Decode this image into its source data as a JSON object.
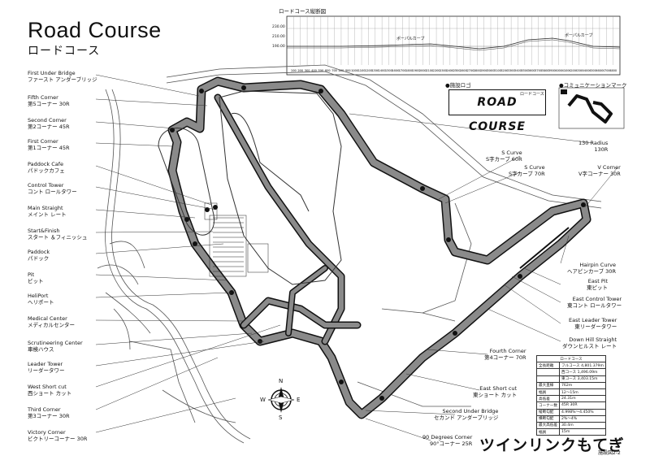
{
  "header": {
    "title": "Road Course",
    "subtitle": "ロードコース"
  },
  "profile": {
    "title": "ロードコース縦断図",
    "y_ticks": [
      "230.00",
      "210.00",
      "190.00"
    ],
    "x_ticks": [
      "100",
      "200",
      "300",
      "400",
      "500",
      "600",
      "700",
      "800",
      "900",
      "1000",
      "1100",
      "1200",
      "1300",
      "1400",
      "1500",
      "1600",
      "1700",
      "1800",
      "1900",
      "2000",
      "2100",
      "2200",
      "2300",
      "2400",
      "2500",
      "2600",
      "2700",
      "2800",
      "2900",
      "3000",
      "3100",
      "3200",
      "3300",
      "3400",
      "3500",
      "3600",
      "3700",
      "3800",
      "3900",
      "4000",
      "4100",
      "4200",
      "4300",
      "4400",
      "4500",
      "4600",
      "4700",
      "4800"
    ],
    "annotations": [
      "ポーパルカーブ",
      "ポーパルカーブ"
    ]
  },
  "legend": {
    "logo_caption": "●施設ロゴ",
    "comm_caption": "●コミュニケーションマーク",
    "logo_text": "ROAD COURSE",
    "logo_sub": "ロードコース"
  },
  "left_labels": [
    {
      "en": "First Under Bridge",
      "ja": "ファースト アンダーブリッジ"
    },
    {
      "en": "Fifth Corner",
      "ja": "第5コーナー 30R"
    },
    {
      "en": "Second Corner",
      "ja": "第2コーナー 45R"
    },
    {
      "en": "First Corner",
      "ja": "第1コーナー 45R"
    },
    {
      "en": "Paddock Cafe",
      "ja": "パドックカフェ"
    },
    {
      "en": "Control Tower",
      "ja": "コント ロールタワー"
    },
    {
      "en": "Main Straight",
      "ja": "メイント レート"
    },
    {
      "en": "Start&Finish",
      "ja": "スタート ＆フィニッシュ"
    },
    {
      "en": "Paddock",
      "ja": "パドック"
    },
    {
      "en": "Pit",
      "ja": "ピット"
    },
    {
      "en": "HeliPort",
      "ja": "ヘリポート"
    },
    {
      "en": "Medical Center",
      "ja": "メディカルセンター"
    },
    {
      "en": "Scrutineering Center",
      "ja": "車検ハウス"
    },
    {
      "en": "Leader Tower",
      "ja": "リーダータワー"
    },
    {
      "en": "West Short cut",
      "ja": "西ショート カット"
    },
    {
      "en": "Third Corner",
      "ja": "第3コーナー 30R"
    },
    {
      "en": "Victory Corner",
      "ja": "ビクトリーコーナー 30R"
    }
  ],
  "right_labels": [
    {
      "en": "130 Radius",
      "ja": "130R"
    },
    {
      "en": "S Curve",
      "ja": "S字カーブ 60R"
    },
    {
      "en": "S Curve",
      "ja": "S字カーブ 70R"
    },
    {
      "en": "V Corner",
      "ja": "V字コーナー 30R"
    },
    {
      "en": "Hairpin Curve",
      "ja": "ヘアピンカーブ 30R"
    },
    {
      "en": "East Pit",
      "ja": "東ピット"
    },
    {
      "en": "East Control Tower",
      "ja": "東コント ロールタワー"
    },
    {
      "en": "East Leader Tower",
      "ja": "東リーダータワー"
    },
    {
      "en": "Down Hill Straight",
      "ja": "ダウンヒルスト レート"
    },
    {
      "en": "Fourth Corner",
      "ja": "第4コーナー 70R"
    },
    {
      "en": "East Short cut",
      "ja": "東ショート カット"
    },
    {
      "en": "Second Under Bridge",
      "ja": "セカンド アンダーブリッジ"
    },
    {
      "en": "90 Degrees Corner",
      "ja": "90°コーナー 25R"
    }
  ],
  "compass": {
    "n": "N",
    "s": "S",
    "e": "E",
    "w": "W"
  },
  "spec_table": {
    "heading": "ロードコース",
    "rows": [
      [
        "全長距離",
        "フルコース 4,801.379m"
      ],
      [
        "",
        "西コース 1,496.09m"
      ],
      [
        "",
        "東コース 3,403.15m"
      ],
      [
        "最大直線",
        "762m"
      ],
      [
        "幅員",
        "12〜15m"
      ],
      [
        "高低差",
        "24.31m"
      ],
      [
        "コーナー数",
        "45R 30R"
      ],
      [
        "縦断勾配",
        "4.998%〜4.450%"
      ],
      [
        "横断勾配",
        "2%〜4%"
      ],
      [
        "最大高低差",
        "30.4m"
      ],
      [
        "幅員",
        "15m"
      ]
    ]
  },
  "brand": "ツインリンクもてぎ",
  "code": "施設図2-2"
}
